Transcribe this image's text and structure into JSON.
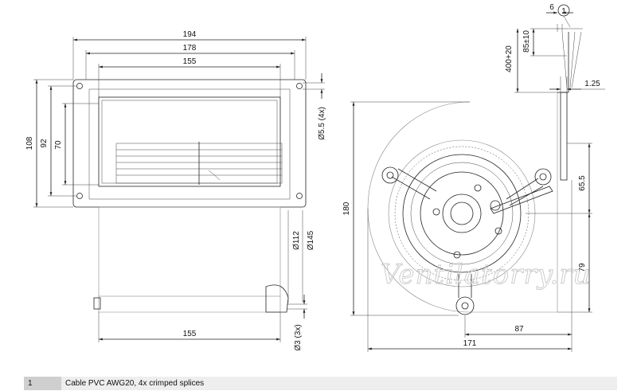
{
  "dimensions": {
    "width_194": "194",
    "width_178": "178",
    "width_155_top": "155",
    "width_155_bottom": "155",
    "height_108": "108",
    "height_92": "92",
    "height_70": "70",
    "hole_5_5": "Ø5.5 (4x)",
    "dia_112": "Ø112",
    "dia_145": "Ø145",
    "hole_3": "Ø3 (3x)",
    "cable_6": "6",
    "cable_85": "85±10",
    "cable_400": "400+20",
    "thick_1_25": "1.25",
    "right_65_5": "65.5",
    "right_79": "79",
    "height_180": "180",
    "bottom_87": "87",
    "bottom_171": "171"
  },
  "callout": {
    "number": "1"
  },
  "watermark": "Ventilatorry.ru",
  "legend": {
    "number": "1",
    "text": "Cable PVC AWG20, 4x crimped splices"
  }
}
